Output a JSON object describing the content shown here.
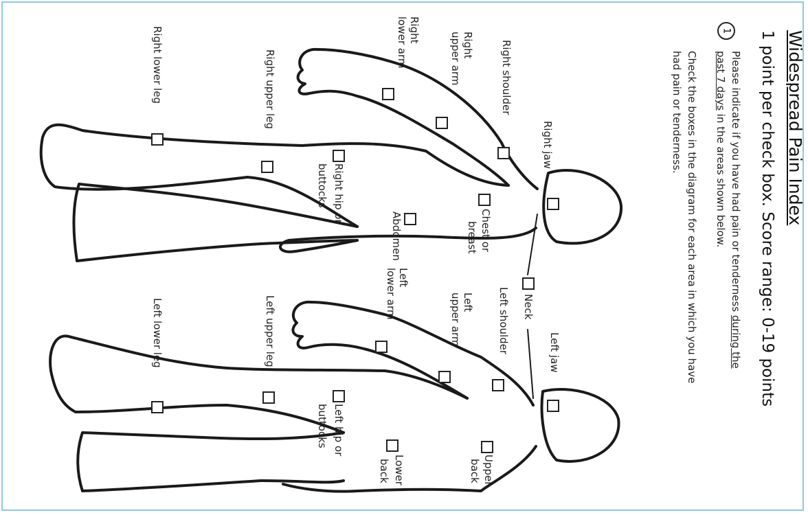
{
  "title": "Widespread Pain Index",
  "subtitle": "1 point per check box.  Score range: 0-19 points",
  "question_number": "1",
  "instructions": {
    "line1_before": "Please indicate if you have had pain or tenderness ",
    "line1_underlined": "during the",
    "line2_underlined": "past 7 days",
    "line2_after": " in the areas shown below.",
    "line3": "Check the boxes in the diagram for each area in which you have",
    "line4": "had pain or tenderness."
  },
  "regions": {
    "right_jaw": "Right jaw",
    "right_shoulder": "Right shoulder",
    "right_upper_arm": [
      "Right",
      "upper arm"
    ],
    "right_lower_arm": [
      "Right",
      "lower arm"
    ],
    "chest_or_breast": [
      "Chest or",
      "breast"
    ],
    "abdomen": "Abdomen",
    "right_hip_or_buttocks": [
      "Right hip or",
      "buttocks"
    ],
    "right_upper_leg": "Right upper leg",
    "right_lower_leg": "Right lower leg",
    "neck": "Neck",
    "left_jaw": "Left jaw",
    "left_shoulder": "Left shoulder",
    "left_upper_arm": [
      "Left",
      "upper arm"
    ],
    "left_lower_arm": [
      "Left",
      "lower arm"
    ],
    "upper_back": [
      "Upper",
      "back"
    ],
    "lower_back": [
      "Lower",
      "back"
    ],
    "left_hip_or_buttocks": [
      "Left hip or",
      "buttocks"
    ],
    "left_upper_leg": "Left upper leg",
    "left_lower_leg": "Left lower leg"
  },
  "colors": {
    "frame_border": "#8ec9dc",
    "line": "#1a1a1a"
  }
}
